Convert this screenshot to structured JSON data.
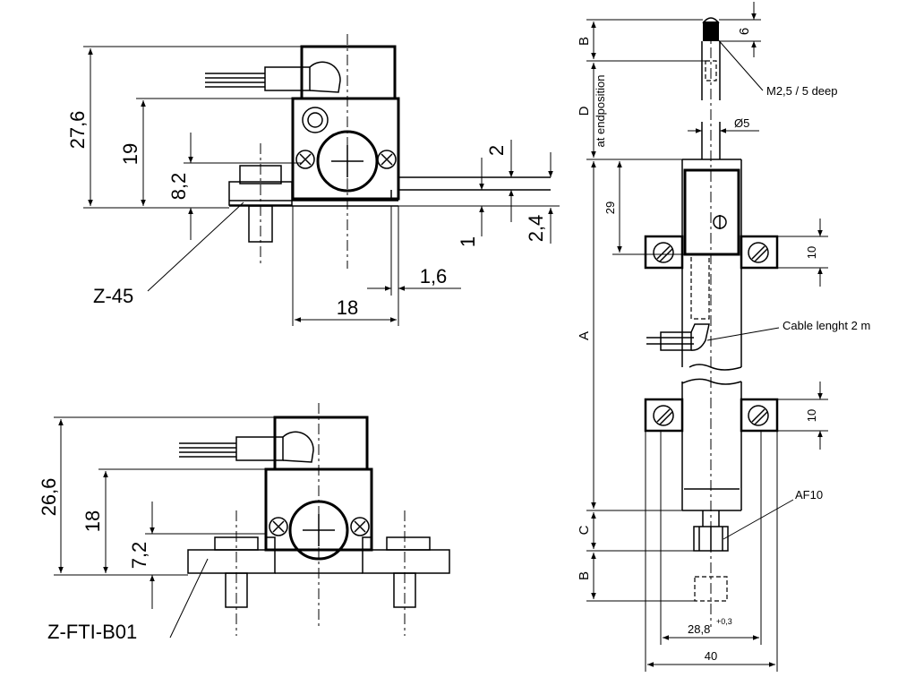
{
  "top_left": {
    "dims": {
      "d27_6": "27,6",
      "d19": "19",
      "d8_2": "8,2",
      "d2": "2",
      "d1": "1",
      "d2_4": "2,4",
      "d1_6": "1,6",
      "d18": "18"
    },
    "part_label": "Z-45"
  },
  "bottom_left": {
    "dims": {
      "d26_6": "26,6",
      "d18": "18",
      "d7_2": "7,2"
    },
    "part_label": "Z-FTI-B01"
  },
  "right": {
    "dims": {
      "b_top": "B",
      "d6": "6",
      "d_label": "D",
      "at_endposition": "at endposition",
      "phi5": "Ø5",
      "d29": "29",
      "d10a": "10",
      "a_label": "A",
      "d10b": "10",
      "c_label": "C",
      "b_bottom": "B",
      "d28_8": "28,8",
      "tol": "+0,3",
      "d40": "40"
    },
    "notes": {
      "thread": "M2,5 / 5 deep",
      "cable": "Cable lenght 2 m",
      "af": "AF10"
    }
  }
}
